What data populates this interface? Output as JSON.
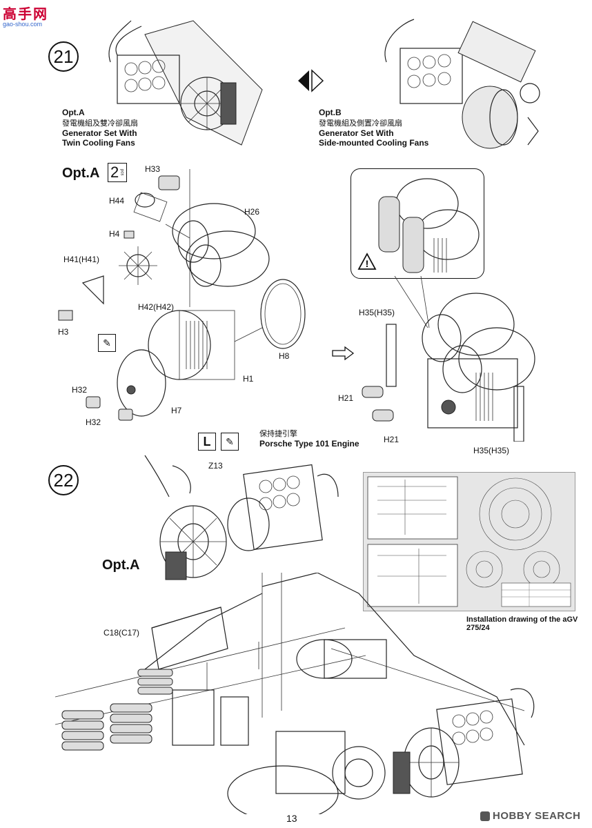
{
  "watermark_top": {
    "logo": "高手网",
    "url": "gao-shou.com"
  },
  "steps": [
    {
      "number": "21"
    },
    {
      "number": "22"
    }
  ],
  "options": {
    "opt_a": {
      "title": "Opt.A",
      "zh": "發電機組及雙冷卻風扇",
      "line1": "Generator Set With",
      "line2": "Twin Cooling Fans"
    },
    "opt_b": {
      "title": "Opt.B",
      "zh": "發電機組及側置冷卻風扇",
      "line1": "Generator Set With",
      "line2": "Side-mounted Cooling Fans"
    }
  },
  "step21": {
    "opt_heading": "Opt.A",
    "qty": "2",
    "qty_unit": "pcs",
    "parts": [
      "H33",
      "H44",
      "H4",
      "H41(H41)",
      "H3",
      "H42(H42)",
      "H26",
      "H8",
      "H1",
      "H7",
      "H32",
      "H32",
      "H35(H35)",
      "H21",
      "H21",
      "H35(H35)"
    ]
  },
  "step22": {
    "engine_zh": "保持捷引擎",
    "engine_en": "Porsche Type 101 Engine",
    "part_z13": "Z13",
    "opt_heading": "Opt.A",
    "part_c18": "C18(C17)",
    "caption_line1": "Installation drawing of the aGV",
    "caption_line2": "275/24"
  },
  "footer": {
    "page_number": "13",
    "brand": "HOBBY SEARCH",
    "brand_color": "#555555"
  }
}
